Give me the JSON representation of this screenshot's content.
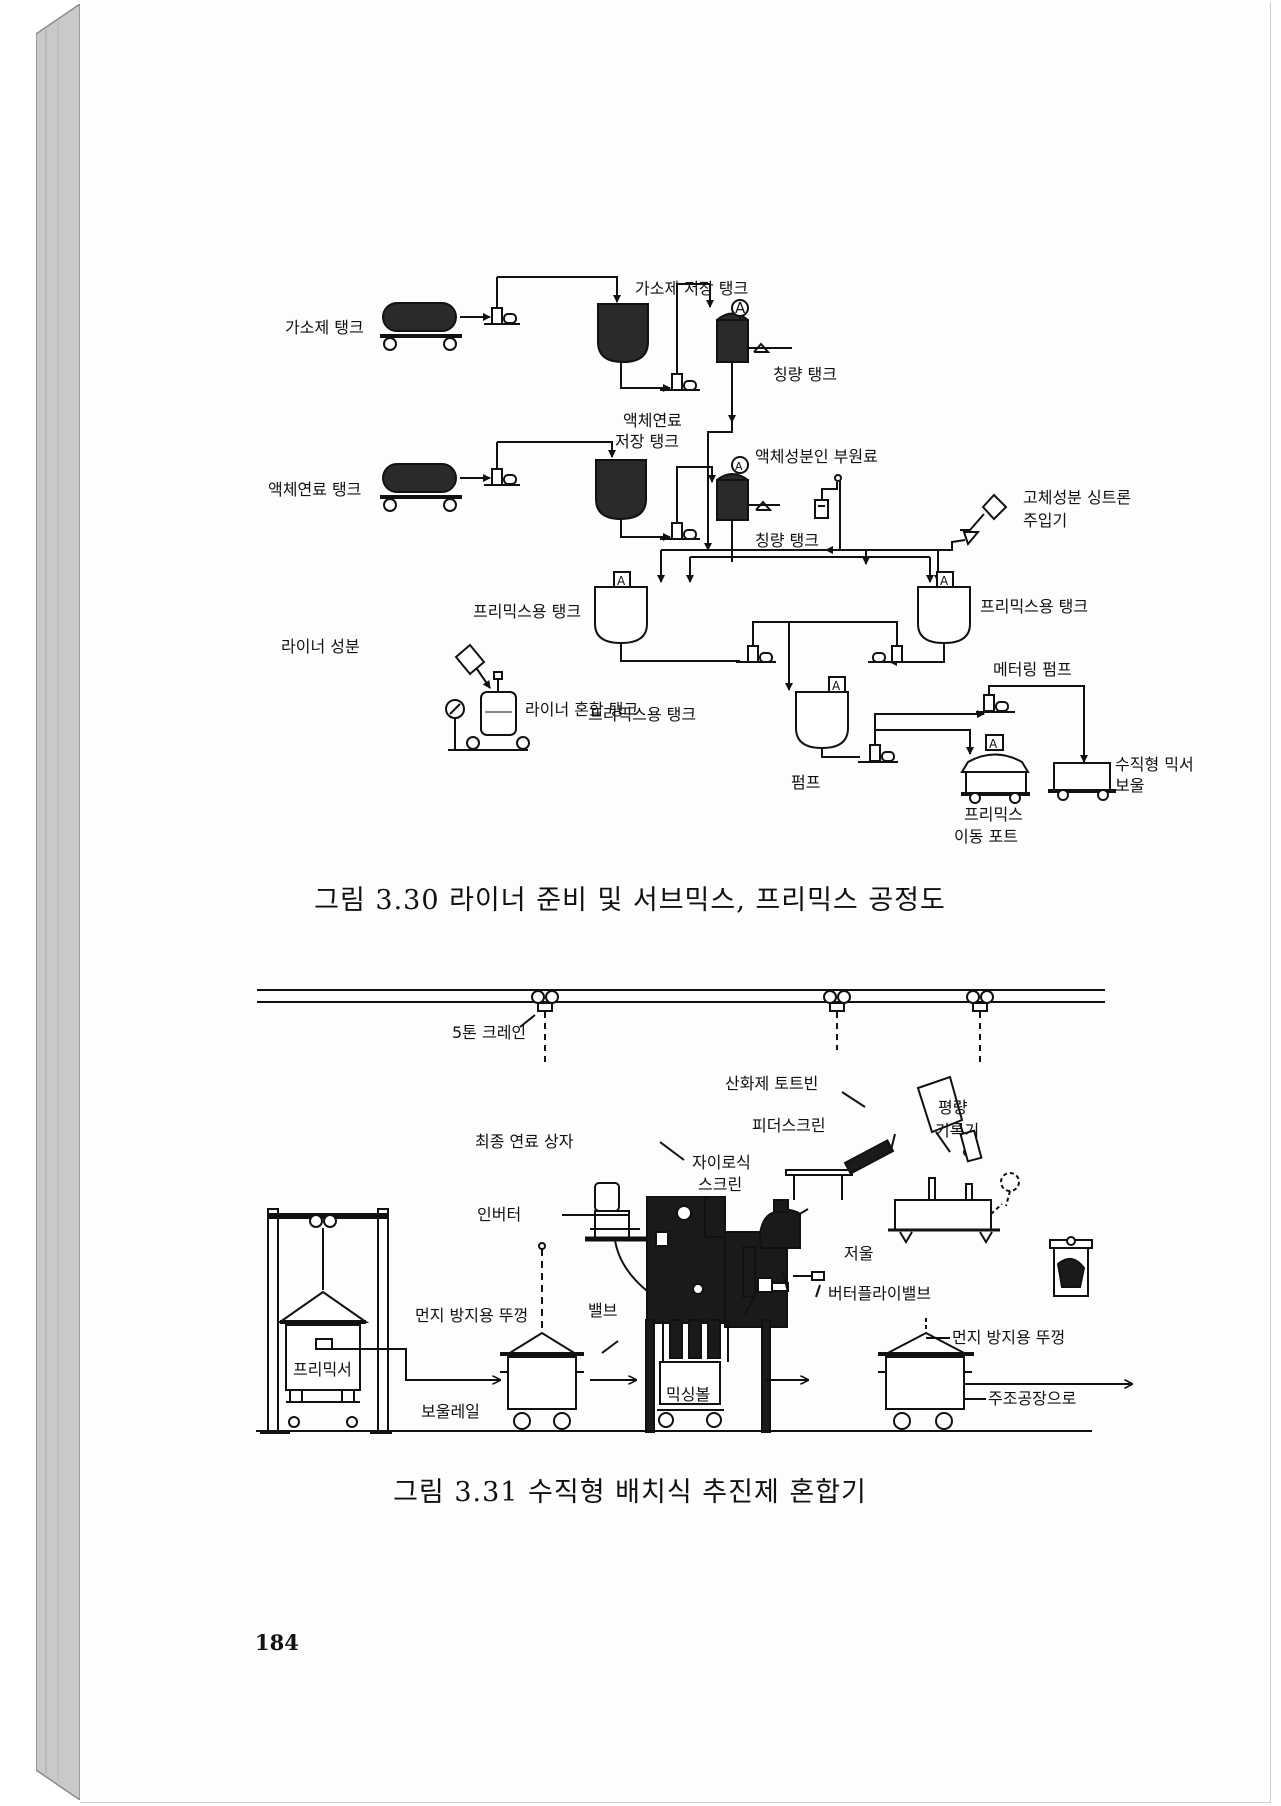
{
  "figure_1": {
    "caption": "그림 3.30  라이너 준비 및 서브믹스, 프리믹스 공정도",
    "labels": {
      "gasifier_tank": "가소제 탱크",
      "gasifier_storage_tank": "가소제 저장 탱크",
      "weighing_tank_1": "칭량 탱크",
      "liquid_fuel_storage_line1": "액체연료",
      "liquid_fuel_storage_line2": "저장 탱크",
      "liquid_fuel_tank": "액체연료 탱크",
      "liquid_component_aux": "액체성분인 부원료",
      "solid_component_line1": "고체성분 싱트론",
      "solid_component_line2": "주입기",
      "weighing_tank_2": "칭량 탱크",
      "premix_tank_left": "프리믹스용 탱크",
      "premix_tank_right": "프리믹스용 탱크",
      "liner_component": "라이너 성분",
      "liner_mixing_tank": "라이너 혼합 탱크",
      "premix_tank_bottom": "프리믹스용 탱크",
      "metering_pump": "메터링 펌프",
      "vertical_mixer_line1": "수직형 믹서",
      "vertical_mixer_line2": "보울",
      "pump": "펌프",
      "premix_pot_line1": "프리믹스",
      "premix_pot_line2": "이동 포트",
      "gauge_letter": "A"
    }
  },
  "figure_2": {
    "caption": "그림 3.31  수직형 배치식 추진제 혼합기",
    "labels": {
      "crane": "5톤 크레인",
      "oxidizer_tote_bin": "산화제 토트빈",
      "weigh_recorder_line1": "평량",
      "weigh_recorder_line2": "기록기",
      "feeder_screen": "피더스크린",
      "final_fuel_box": "최종 연료 상자",
      "gyro_screen_line1": "자이로식",
      "gyro_screen_line2": "스크린",
      "inverter": "인버터",
      "scale": "저울",
      "butterfly_valve": "버터플라이밸브",
      "valve": "밸브",
      "dust_lid_left": "먼지 방지용 뚜껑",
      "dust_lid_right": "먼지 방지용 뚜껑",
      "premixer": "프리믹서",
      "mixing_bowl": "믹싱볼",
      "bowl_rail": "보울레일",
      "to_casting_plant": "주조공장으로"
    }
  },
  "page_number": "184"
}
